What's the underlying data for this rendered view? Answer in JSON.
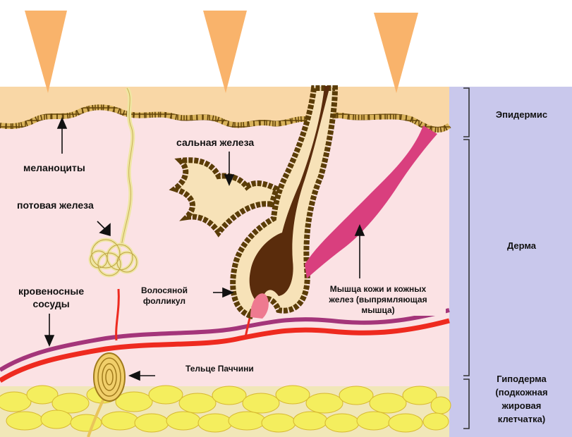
{
  "labels": {
    "melanocytes": "меланоциты",
    "sweat_gland": "потовая железа",
    "blood_vessels": "кровеносные\nсосуды",
    "sebaceous_gland": "сальная железа",
    "hair_follicle": "Волосяной\nфолликул",
    "muscle": "Мышца кожи  и кожных\nжелез (выпрямляющая\nмышца)",
    "pacini": "Тельце Паччини"
  },
  "layers": {
    "epidermis": "Эпидермис",
    "dermis": "Дерма",
    "hypodermis": "Гиподерма\n(подкожная\nжировая\nклетчатка)"
  },
  "colors": {
    "epidermis": "#f9d7a6",
    "dermis": "#fbe2e4",
    "panel": "#c9c8ec",
    "beam": "#f9b36b",
    "cell_border": "#7a5b12",
    "cell_fill": "#d8b25a",
    "fat": "#f4ee5e",
    "vessel_red": "#ee2a1f",
    "vessel_purple": "#a4357a",
    "hair": "#5a2c0c",
    "muscle": "#d93f7e",
    "sebaceous": "#f7e2b8"
  }
}
